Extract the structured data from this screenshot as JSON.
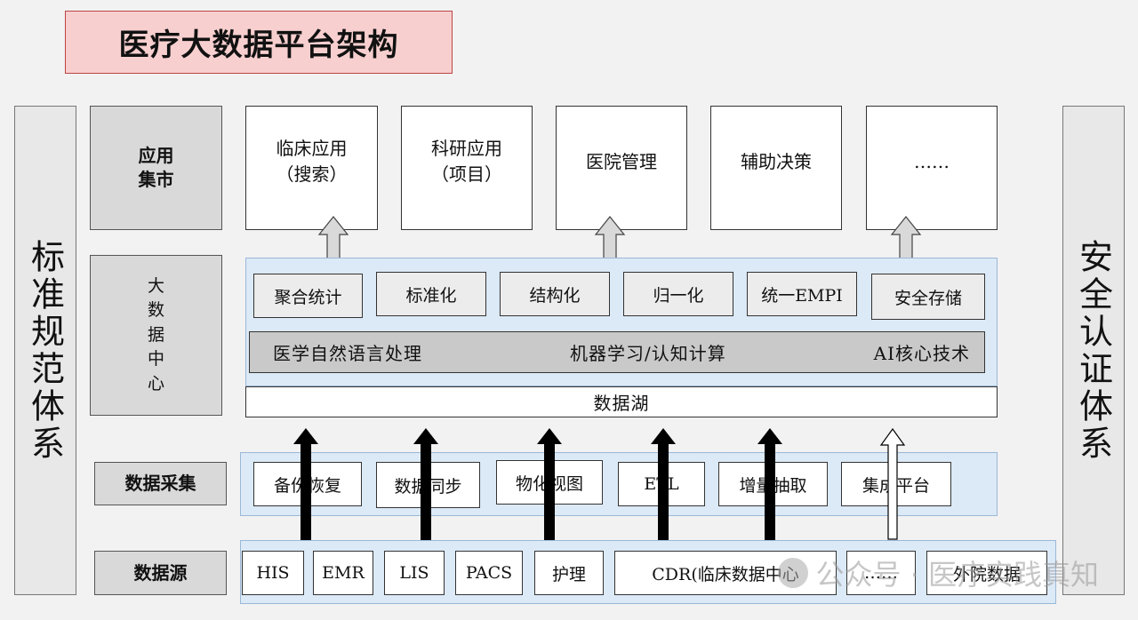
{
  "title": "医疗大数据平台架构",
  "left_system": "标准规范体系",
  "right_system": "安全认证体系",
  "layers": {
    "app_market": "应用\n集市",
    "big_data_center": "大\n数\n据\n中\n心",
    "data_collection": "数据采集",
    "data_source": "数据源"
  },
  "apps": [
    "临床应用\n（搜索）",
    "科研应用\n（项目）",
    "医院管理",
    "辅助决策",
    "……"
  ],
  "modules": [
    "聚合统计",
    "标准化",
    "结构化",
    "归一化",
    "统一EMPI",
    "安全存储"
  ],
  "ai_bar": {
    "left": "医学自然语言处理",
    "middle": "机器学习/认知计算",
    "right": "AI核心技术"
  },
  "data_lake": "数据湖",
  "collection_items": [
    "备份恢复",
    "数据同步",
    "物化视图",
    "ETL",
    "增量抽取",
    "集成平台"
  ],
  "sources": [
    "HIS",
    "EMR",
    "LIS",
    "PACS",
    "护理",
    "CDR(临床数据中心",
    "……",
    "外院数据"
  ],
  "watermark": "公众号 · 医疗实践真知",
  "colors": {
    "title_bg": "#f8cfcf",
    "panel_bg": "#dce9f6",
    "label_bg": "#d9d9d9"
  }
}
